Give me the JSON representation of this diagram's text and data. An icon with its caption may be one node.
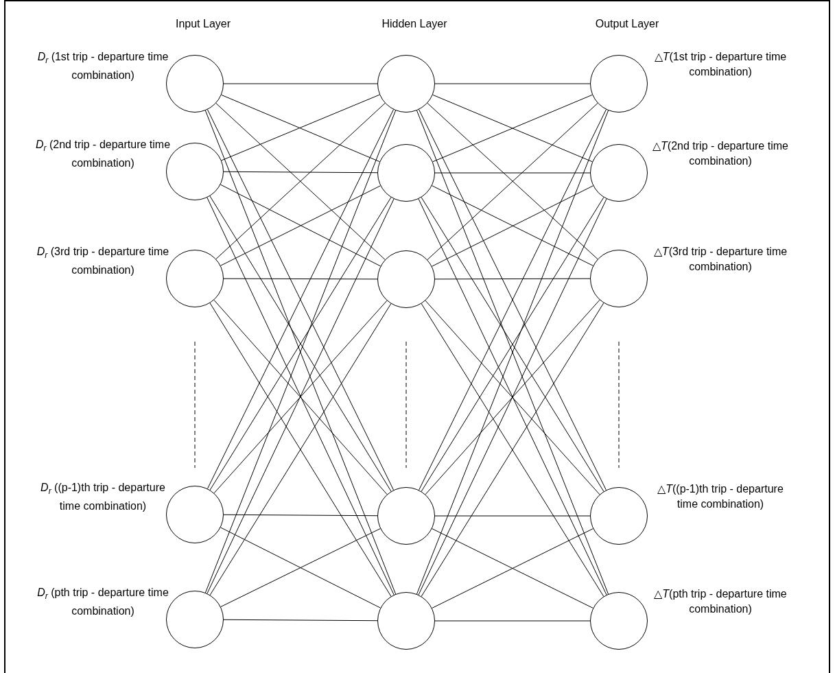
{
  "diagram": {
    "nodes": [
      {
        "text": [],
        "shape": "circle",
        "beside": [
          "*D*$_{r}$ (1st trip - departure time combination)"
        ]
      },
      {
        "text": [],
        "shape": "circle",
        "beside": [
          "*D*$_{r}$ (2nd trip - departure time combination)"
        ]
      },
      {
        "text": [],
        "shape": "circle",
        "beside": [
          "*D*$_{r}$ (3rd trip - departure time combination)"
        ]
      },
      {
        "text": [],
        "shape": "circle",
        "beside": [
          "*D*$_{r}$ ((p-1)th trip - departure time combination)"
        ]
      },
      {
        "text": [],
        "shape": "circle",
        "beside": [
          "*D*$_{r}$ (pth trip - departure time combination)"
        ]
      },
      {
        "text": [],
        "shape": "circle"
      },
      {
        "text": [],
        "shape": "circle"
      },
      {
        "text": [],
        "shape": "circle"
      },
      {
        "text": [],
        "shape": "circle"
      },
      {
        "text": [],
        "shape": "circle"
      },
      {
        "text": [],
        "shape": "circle",
        "beside": [
          "△*T*(1st trip - departure time combination)"
        ]
      },
      {
        "text": [],
        "shape": "circle",
        "beside": [
          "△*T*(2nd trip - departure time combination)"
        ]
      },
      {
        "text": [],
        "shape": "circle",
        "beside": [
          "△*T*(3rd trip - departure time combination)"
        ]
      },
      {
        "text": [],
        "shape": "circle",
        "beside": [
          "△*T*((p-1)th trip - departure time combination)"
        ]
      },
      {
        "text": [],
        "shape": "circle",
        "beside": [
          "△*T*(pth trip - departure time combination)"
        ]
      }
    ],
    "edges": [
      {
        "from": 0,
        "to": 5,
        "arrow": "none"
      },
      {
        "from": 0,
        "to": 6,
        "arrow": "none"
      },
      {
        "from": 0,
        "to": 7,
        "arrow": "none"
      },
      {
        "from": 0,
        "to": 8,
        "arrow": "none"
      },
      {
        "from": 0,
        "to": 9,
        "arrow": "none"
      },
      {
        "from": 1,
        "to": 5,
        "arrow": "none"
      },
      {
        "from": 1,
        "to": 6,
        "arrow": "none"
      },
      {
        "from": 1,
        "to": 7,
        "arrow": "none"
      },
      {
        "from": 1,
        "to": 8,
        "arrow": "none"
      },
      {
        "from": 1,
        "to": 9,
        "arrow": "none"
      },
      {
        "from": 2,
        "to": 5,
        "arrow": "none"
      },
      {
        "from": 2,
        "to": 6,
        "arrow": "none"
      },
      {
        "from": 2,
        "to": 7,
        "arrow": "none"
      },
      {
        "from": 2,
        "to": 8,
        "arrow": "none"
      },
      {
        "from": 2,
        "to": 9,
        "arrow": "none"
      },
      {
        "from": 3,
        "to": 5,
        "arrow": "none"
      },
      {
        "from": 3,
        "to": 6,
        "arrow": "none"
      },
      {
        "from": 3,
        "to": 7,
        "arrow": "none"
      },
      {
        "from": 3,
        "to": 8,
        "arrow": "none"
      },
      {
        "from": 3,
        "to": 9,
        "arrow": "none"
      },
      {
        "from": 4,
        "to": 5,
        "arrow": "none"
      },
      {
        "from": 4,
        "to": 6,
        "arrow": "none"
      },
      {
        "from": 4,
        "to": 7,
        "arrow": "none"
      },
      {
        "from": 4,
        "to": 8,
        "arrow": "none"
      },
      {
        "from": 4,
        "to": 9,
        "arrow": "none"
      },
      {
        "from": 5,
        "to": 10,
        "arrow": "none"
      },
      {
        "from": 5,
        "to": 11,
        "arrow": "none"
      },
      {
        "from": 5,
        "to": 12,
        "arrow": "none"
      },
      {
        "from": 5,
        "to": 13,
        "arrow": "none"
      },
      {
        "from": 5,
        "to": 14,
        "arrow": "none"
      },
      {
        "from": 6,
        "to": 10,
        "arrow": "none"
      },
      {
        "from": 6,
        "to": 11,
        "arrow": "none"
      },
      {
        "from": 6,
        "to": 12,
        "arrow": "none"
      },
      {
        "from": 6,
        "to": 13,
        "arrow": "none"
      },
      {
        "from": 6,
        "to": 14,
        "arrow": "none"
      },
      {
        "from": 7,
        "to": 10,
        "arrow": "none"
      },
      {
        "from": 7,
        "to": 11,
        "arrow": "none"
      },
      {
        "from": 7,
        "to": 12,
        "arrow": "none"
      },
      {
        "from": 7,
        "to": 13,
        "arrow": "none"
      },
      {
        "from": 7,
        "to": 14,
        "arrow": "none"
      },
      {
        "from": 8,
        "to": 10,
        "arrow": "none"
      },
      {
        "from": 8,
        "to": 11,
        "arrow": "none"
      },
      {
        "from": 8,
        "to": 12,
        "arrow": "none"
      },
      {
        "from": 8,
        "to": 13,
        "arrow": "none"
      },
      {
        "from": 8,
        "to": 14,
        "arrow": "none"
      },
      {
        "from": 9,
        "to": 10,
        "arrow": "none"
      },
      {
        "from": 9,
        "to": 11,
        "arrow": "none"
      },
      {
        "from": 9,
        "to": 12,
        "arrow": "none"
      },
      {
        "from": 9,
        "to": 13,
        "arrow": "none"
      },
      {
        "from": 9,
        "to": 14,
        "arrow": "none"
      }
    ],
    "labels": [
      "Input Layer",
      "Hidden Layer",
      "Output Layer"
    ]
  }
}
